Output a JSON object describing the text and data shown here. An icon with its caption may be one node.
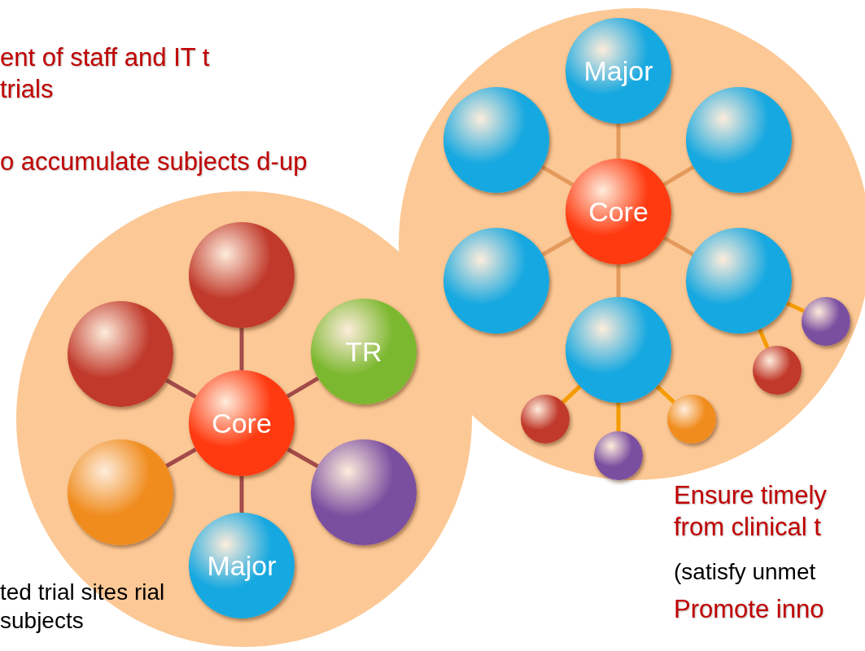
{
  "diagram": {
    "nodes": [
      {
        "text": [],
        "shape": "circle"
      },
      {
        "text": [],
        "shape": "circle",
        "in": 0
      },
      {
        "text": [],
        "shape": "circle",
        "in": 0
      },
      {
        "text": [
          "TR"
        ],
        "in": 0
      },
      {
        "text": [
          "Core"
        ],
        "in": 0
      },
      {
        "text": [],
        "shape": "circle",
        "in": 0
      },
      {
        "text": [],
        "shape": "circle",
        "in": 0
      },
      {
        "text": [
          "Major"
        ],
        "in": 0
      },
      {
        "text": [],
        "shape": "circle"
      },
      {
        "text": [
          "Major"
        ],
        "in": 8
      },
      {
        "text": [],
        "shape": "circle",
        "in": 8
      },
      {
        "text": [],
        "shape": "circle",
        "in": 8
      },
      {
        "text": [
          "Core"
        ],
        "in": 8
      },
      {
        "text": [],
        "shape": "circle",
        "in": 8
      },
      {
        "text": [],
        "shape": "circle",
        "in": 8
      },
      {
        "text": [],
        "shape": "circle",
        "in": 8
      },
      {
        "text": [],
        "shape": "circle",
        "in": 8
      },
      {
        "text": [],
        "shape": "circle",
        "in": 8
      },
      {
        "text": [],
        "shape": "circle",
        "in": 8
      },
      {
        "text": [],
        "shape": "circle",
        "in": 8
      },
      {
        "text": [],
        "shape": "circle",
        "in": 8
      }
    ],
    "edges": [
      {
        "from": 4,
        "to": 1,
        "arrow": "none",
        "color": "#a34a4a"
      },
      {
        "from": 4,
        "to": 2,
        "arrow": "none",
        "color": "#a34a4a"
      },
      {
        "from": 4,
        "to": 3,
        "arrow": "none",
        "color": "#a34a4a"
      },
      {
        "from": 4,
        "to": 5,
        "arrow": "none",
        "color": "#a34a4a"
      },
      {
        "from": 4,
        "to": 6,
        "arrow": "none",
        "color": "#a34a4a"
      },
      {
        "from": 4,
        "to": 7,
        "arrow": "none",
        "color": "#a34a4a"
      },
      {
        "from": 12,
        "to": 9,
        "arrow": "none"
      },
      {
        "from": 12,
        "to": 10,
        "arrow": "none"
      },
      {
        "from": 12,
        "to": 11,
        "arrow": "none"
      },
      {
        "from": 12,
        "to": 13,
        "arrow": "none"
      },
      {
        "from": 12,
        "to": 14,
        "arrow": "none"
      },
      {
        "from": 12,
        "to": 15,
        "arrow": "none"
      },
      {
        "from": 14,
        "to": 16,
        "arrow": "none",
        "color": "#f59c00"
      },
      {
        "from": 14,
        "to": 17,
        "arrow": "none",
        "color": "#f59c00"
      },
      {
        "from": 15,
        "to": 18,
        "arrow": "none",
        "color": "#f59c00"
      },
      {
        "from": 15,
        "to": 19,
        "arrow": "none",
        "color": "#f59c00"
      },
      {
        "from": 15,
        "to": 20,
        "arrow": "none",
        "color": "#f59c00"
      }
    ],
    "labels": [
      "ent of staff and IT t trials",
      "o accumulate subjects d-up",
      "ted trial sites rial subjects",
      "Ensure timely from clinical t",
      "(satisfy unmet",
      "Promote inno"
    ]
  }
}
